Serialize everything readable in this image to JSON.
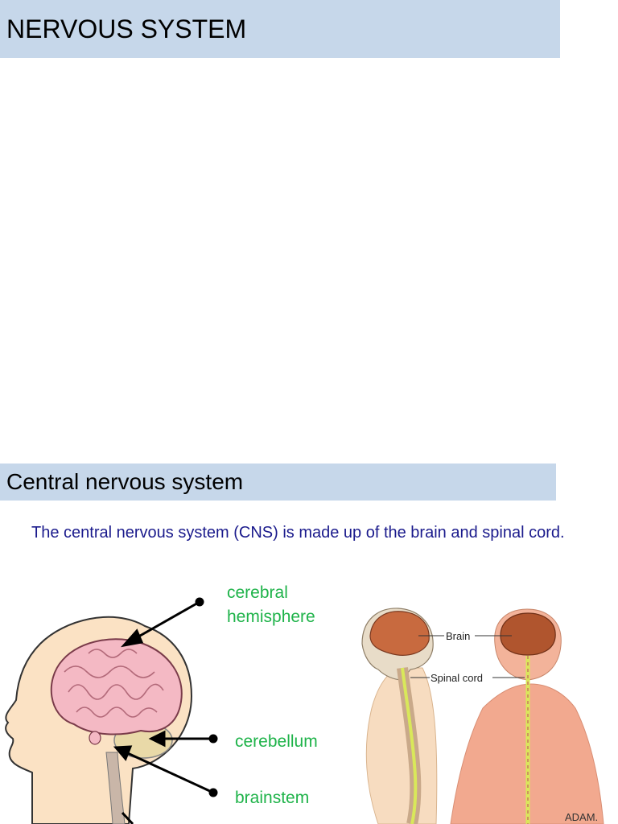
{
  "header": {
    "title": "NERVOUS SYSTEM"
  },
  "section": {
    "title": "Central nervous system"
  },
  "intro": {
    "text": "The central nervous system (CNS) is made up of the brain and spinal cord."
  },
  "left_figure": {
    "labels": {
      "cerebral_line1": "cerebral",
      "cerebral_line2": "hemisphere",
      "cerebellum": "cerebellum",
      "brainstem": "brainstem"
    },
    "label_color": "#1fb34a"
  },
  "right_figure": {
    "labels": {
      "brain": "Brain",
      "spinal_cord": "Spinal cord"
    },
    "watermark": "ADAM."
  },
  "colors": {
    "banner": "#c6d7ea",
    "intro_text": "#1a1a8c"
  }
}
